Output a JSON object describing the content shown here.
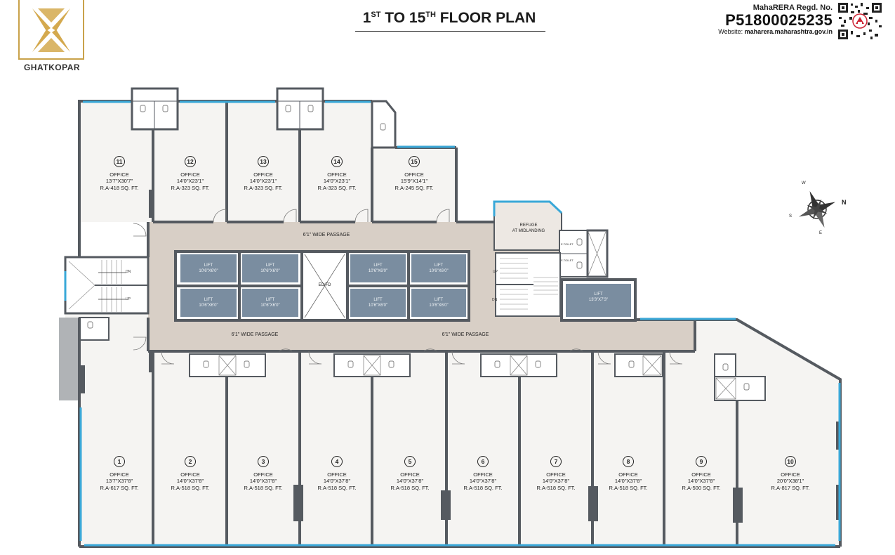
{
  "header": {
    "logo_text": "GHATKOPAR",
    "title_pre": "1",
    "title_sup1": "ST",
    "title_mid": " TO 15",
    "title_sup2": "TH",
    "title_post": " FLOOR PLAN",
    "rera_label": "MahaRERA Regd. No.",
    "rera_number": "P51800025235",
    "website_prefix": "Website: ",
    "website": "maharera.maharashtra.gov.in"
  },
  "offices_top": [
    {
      "num": "11",
      "type": "OFFICE",
      "dims": "13'7\"X30'7\"",
      "area": "R.A-418 SQ. FT."
    },
    {
      "num": "12",
      "type": "OFFICE",
      "dims": "14'0\"X23'1\"",
      "area": "R.A-323 SQ. FT."
    },
    {
      "num": "13",
      "type": "OFFICE",
      "dims": "14'0\"X23'1\"",
      "area": "R.A-323 SQ. FT."
    },
    {
      "num": "14",
      "type": "OFFICE",
      "dims": "14'0\"X23'1\"",
      "area": "R.A-323 SQ. FT."
    },
    {
      "num": "15",
      "type": "OFFICE",
      "dims": "15'9\"X14'1\"",
      "area": "R.A-245 SQ. FT."
    }
  ],
  "offices_bottom": [
    {
      "num": "1",
      "type": "OFFICE",
      "dims": "13'7\"X37'8\"",
      "area": "R.A-617 SQ. FT."
    },
    {
      "num": "2",
      "type": "OFFICE",
      "dims": "14'0\"X37'8\"",
      "area": "R.A-518 SQ. FT."
    },
    {
      "num": "3",
      "type": "OFFICE",
      "dims": "14'0\"X37'8\"",
      "area": "R.A-518 SQ. FT."
    },
    {
      "num": "4",
      "type": "OFFICE",
      "dims": "14'0\"X37'8\"",
      "area": "R.A-518 SQ. FT."
    },
    {
      "num": "5",
      "type": "OFFICE",
      "dims": "14'0\"X37'8\"",
      "area": "R.A-518 SQ. FT."
    },
    {
      "num": "6",
      "type": "OFFICE",
      "dims": "14'0\"X37'8\"",
      "area": "R.A-518 SQ. FT."
    },
    {
      "num": "7",
      "type": "OFFICE",
      "dims": "14'0\"X37'8\"",
      "area": "R.A-518 SQ. FT."
    },
    {
      "num": "8",
      "type": "OFFICE",
      "dims": "14'0\"X37'8\"",
      "area": "R.A-518 SQ. FT."
    },
    {
      "num": "9",
      "type": "OFFICE",
      "dims": "14'0\"X37'8\"",
      "area": "R.A-500 SQ. FT."
    },
    {
      "num": "10",
      "type": "OFFICE",
      "dims": "20'0\"X38'1\"",
      "area": "R.A-817 SQ. FT."
    }
  ],
  "lift_label": "LIFT",
  "lift_dim": "10'6\"X6'0\"",
  "big_lift_dim": "13'3\"X7'3\"",
  "fire_duct": "ED/FD",
  "passage_top": "6'1\" WIDE PASSAGE",
  "passage_bottom_left": "6'1\" WIDE PASSAGE",
  "passage_bottom_right": "6'1\" WIDE PASSAGE",
  "refuge_line1": "REFUGE",
  "refuge_line2": "AT MIDLANDING",
  "stair_dn": "DN",
  "stair_up": "UP",
  "toilet_label": "E.TOILET",
  "compass_n": "N",
  "compass_w": "W",
  "compass_s": "S",
  "compass_e": "E",
  "colors": {
    "floor": "#f5f4f2",
    "passage": "#d8cfc6",
    "wall": "#555a60",
    "lift": "#7a8da0",
    "glass": "#3aa8d8",
    "grey_block": "#b0b3b6"
  }
}
